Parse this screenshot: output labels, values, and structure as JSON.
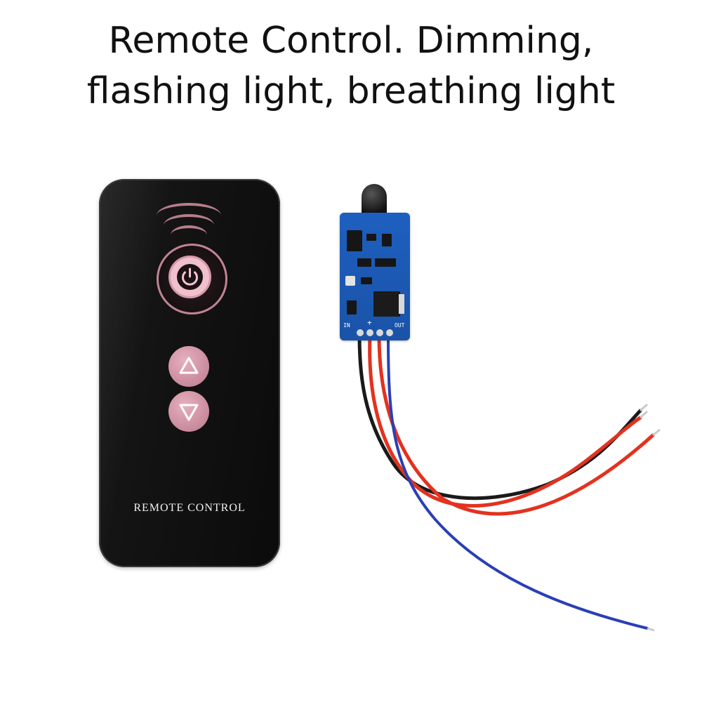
{
  "headline": {
    "line1": "Remote Control. Dimming,",
    "line2": "flashing light, breathing light"
  },
  "remote": {
    "label": "REMOTE CONTROL",
    "buttons": {
      "power": "power-icon",
      "up": "arrow-up-icon",
      "down": "arrow-down-icon"
    },
    "colors": {
      "body": "#111111",
      "button": "#d39aa9",
      "accent": "#b77e8c"
    }
  },
  "module": {
    "labels": {
      "in": "IN",
      "plus": "+",
      "out": "OUT"
    },
    "colors": {
      "pcb": "#1e5fbf"
    }
  },
  "wire_colors": {
    "red": "#e3321f",
    "black": "#1a1a1a",
    "blue": "#2a3fb5"
  }
}
